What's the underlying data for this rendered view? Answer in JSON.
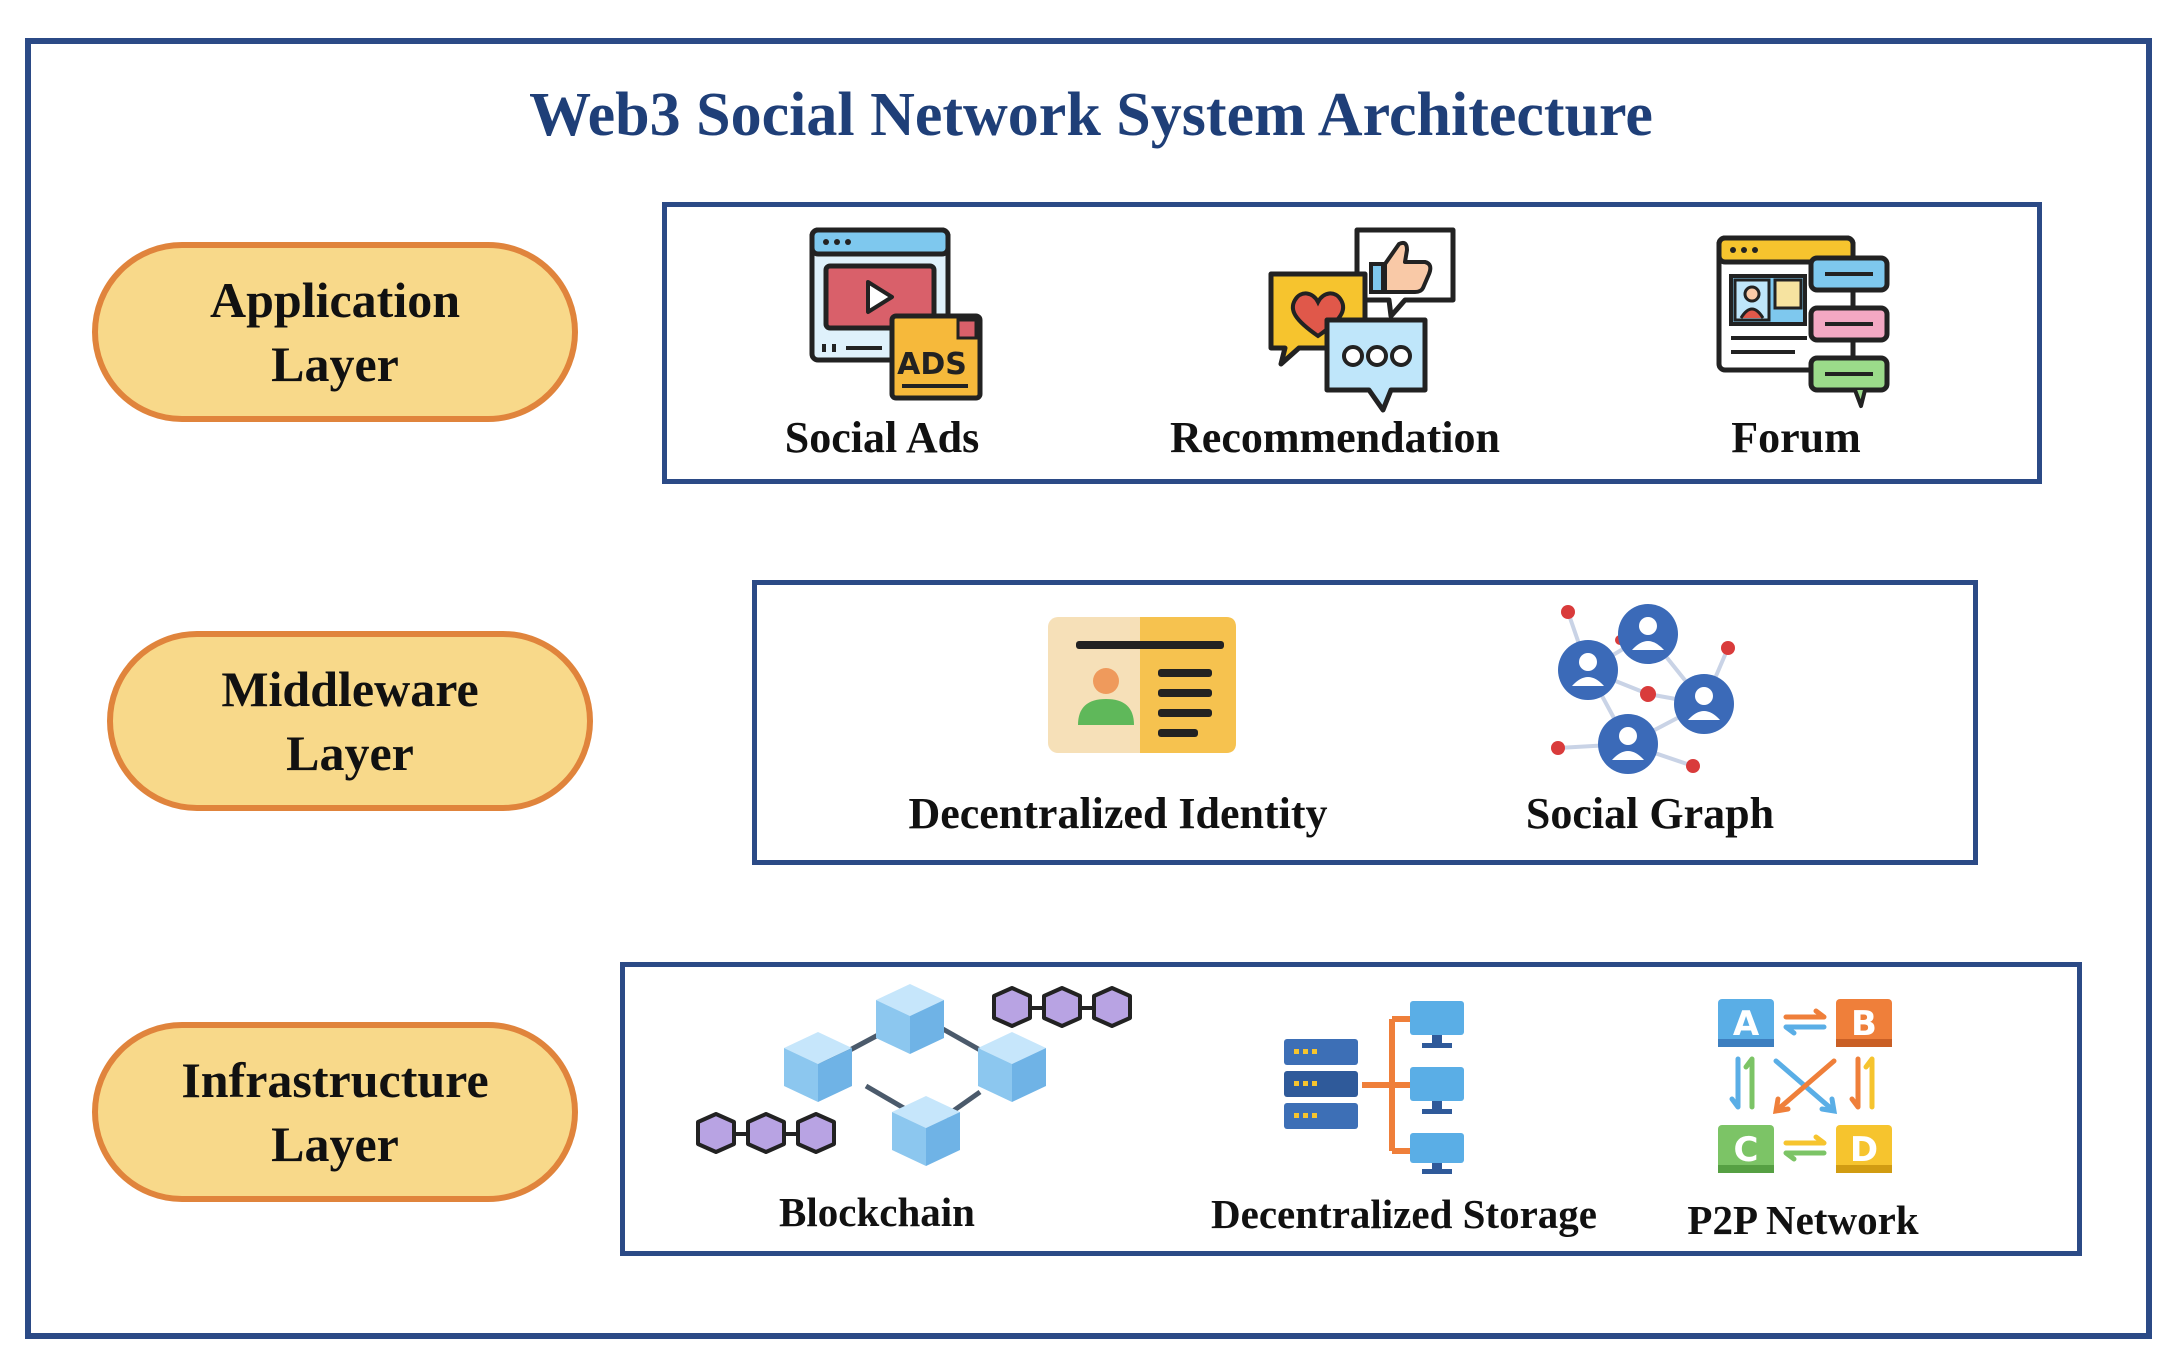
{
  "title": "Web3 Social Network System Architecture",
  "layers": [
    {
      "line1": "Application",
      "line2": "Layer",
      "items": [
        "Social Ads",
        "Recommendation",
        "Forum"
      ]
    },
    {
      "line1": "Middleware",
      "line2": "Layer",
      "items": [
        "Decentralized Identity",
        "Social Graph"
      ]
    },
    {
      "line1": "Infrastructure",
      "line2": "Layer",
      "items": [
        "Blockchain",
        "Decentralized Storage",
        "P2P Network"
      ]
    }
  ],
  "icon_text": {
    "ads": "ADS",
    "node_a": "A",
    "node_b": "B",
    "node_c": "C",
    "node_d": "D"
  },
  "icons": [
    "video-ads-icon",
    "chat-bubbles-icon",
    "forum-window-icon",
    "id-card-icon",
    "social-graph-icon",
    "blockchain-cubes-icon",
    "server-storage-icon",
    "p2p-network-icon"
  ],
  "colors": {
    "frame": "#2b4a86",
    "title": "#1f3f78",
    "pill_fill": "#f8d98a",
    "pill_border": "#e0843c"
  }
}
